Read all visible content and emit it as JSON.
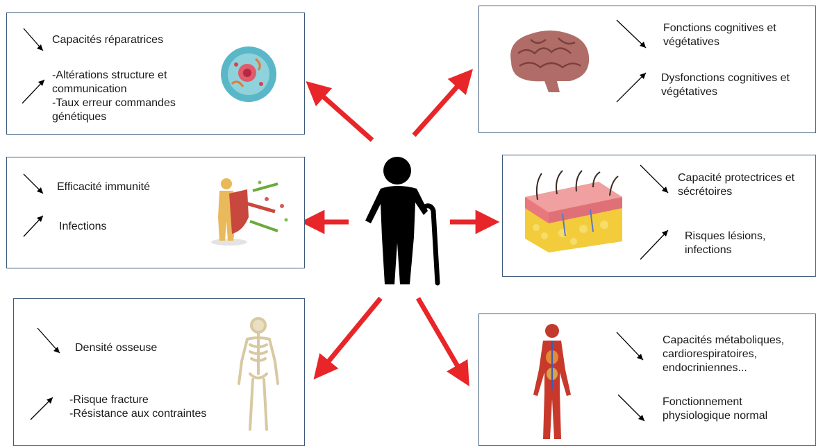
{
  "colors": {
    "arrow_red": "#e8262a",
    "box_border": "#3c5a7a"
  },
  "center": {
    "icon": "elderly-person-with-cane-icon"
  },
  "panels": {
    "cell": {
      "icon": "cell-icon",
      "down_text": "Capacités réparatrices",
      "up_text": "-Altérations structure et\ncommunication\n-Taux erreur commandes\ngénétiques"
    },
    "brain": {
      "icon": "brain-icon",
      "down_text": "Fonctions cognitives et\nvégétatives",
      "up_text": "Dysfonctions cognitives et\nvégétatives"
    },
    "immunity": {
      "icon": "immune-shield-icon",
      "down_text": "Efficacité immunité",
      "up_text": "Infections"
    },
    "skin": {
      "icon": "skin-layers-icon",
      "down_text": "Capacité protectrices et\nsécrétoires",
      "up_text": "Risques lésions,\ninfections"
    },
    "bone": {
      "icon": "skeleton-icon",
      "down_text": "Densité osseuse",
      "up_text": "-Risque fracture\n-Résistance aux contraintes"
    },
    "body": {
      "icon": "anatomy-body-icon",
      "down_text": "Capacités métaboliques,\ncardiorespiratoires,\nendocriniennes...",
      "down2_text": "Fonctionnement\nphysiologique normal"
    }
  }
}
